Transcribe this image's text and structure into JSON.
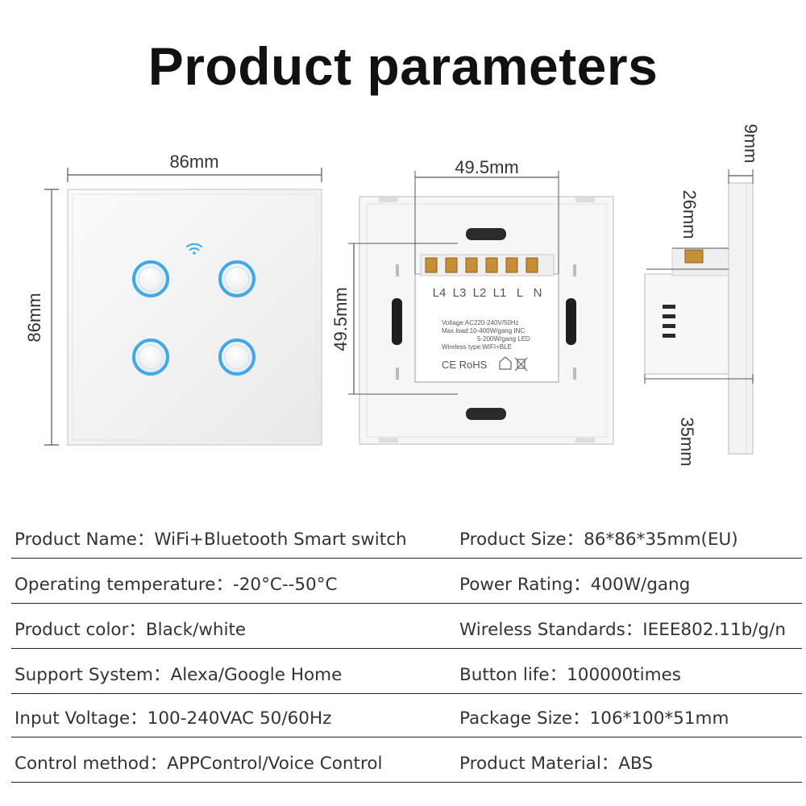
{
  "title": "Product parameters",
  "dimensions": {
    "front_width": "86mm",
    "front_height": "86mm",
    "back_width": "49.5mm",
    "back_height": "49.5mm",
    "side_depth_top": "9mm",
    "side_depth_mid": "26mm",
    "side_depth_total": "35mm"
  },
  "module": {
    "terminals": [
      "L4",
      "L3",
      "L2",
      "L1",
      "L",
      "N"
    ],
    "spec_lines": [
      "Voltage:AC220-240V/50Hz",
      "Max.load:10-400W/gang  INC",
      "5-200W/gang  LED",
      "Wireless type:WIFI+BLE"
    ],
    "cert_marks": "CE RoHS"
  },
  "specs": [
    {
      "left": "Product Name：WiFi+Bluetooth Smart switch",
      "right": "Product Size：86*86*35mm(EU)"
    },
    {
      "left": "Operating temperature：-20°C--50°C",
      "right": "Power Rating：400W/gang"
    },
    {
      "left": "Product color：Black/white",
      "right": "Wireless Standards：IEEE802.11b/g/n"
    },
    {
      "left": "Support System：Alexa/Google Home",
      "right": "Button life：100000times"
    },
    {
      "left": "Input Voltage：100-240VAC 50/60Hz",
      "right": "Package Size：106*100*51mm"
    },
    {
      "left": "Control method：APPControl/Voice Control",
      "right": "Product Material：ABS"
    }
  ],
  "colors": {
    "button_ring": "#3fa9e6",
    "panel": "#f4f4f4",
    "body_white": "#f7f7f7"
  }
}
